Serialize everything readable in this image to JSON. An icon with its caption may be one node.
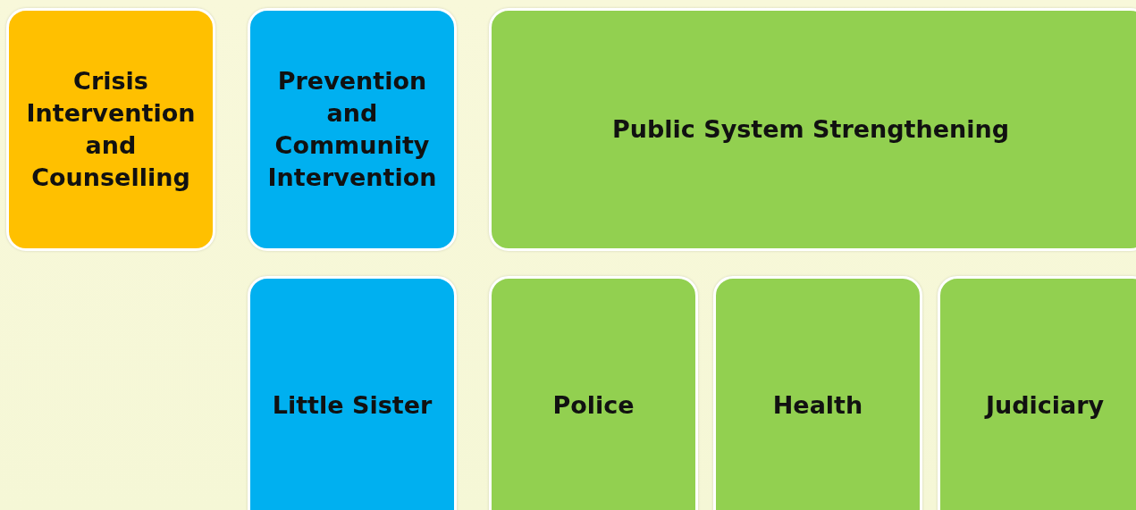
{
  "diagram": {
    "nodes": [
      {
        "text": [
          "Crisis Intervention and Counselling"
        ]
      },
      {
        "text": [
          "Prevention and Community Intervention"
        ]
      },
      {
        "text": [
          "Public System Strengthening"
        ]
      },
      {
        "text": [
          "Little Sister"
        ]
      },
      {
        "text": [
          "Police"
        ]
      },
      {
        "text": [
          "Health"
        ]
      },
      {
        "text": [
          "Judiciary"
        ]
      }
    ]
  }
}
